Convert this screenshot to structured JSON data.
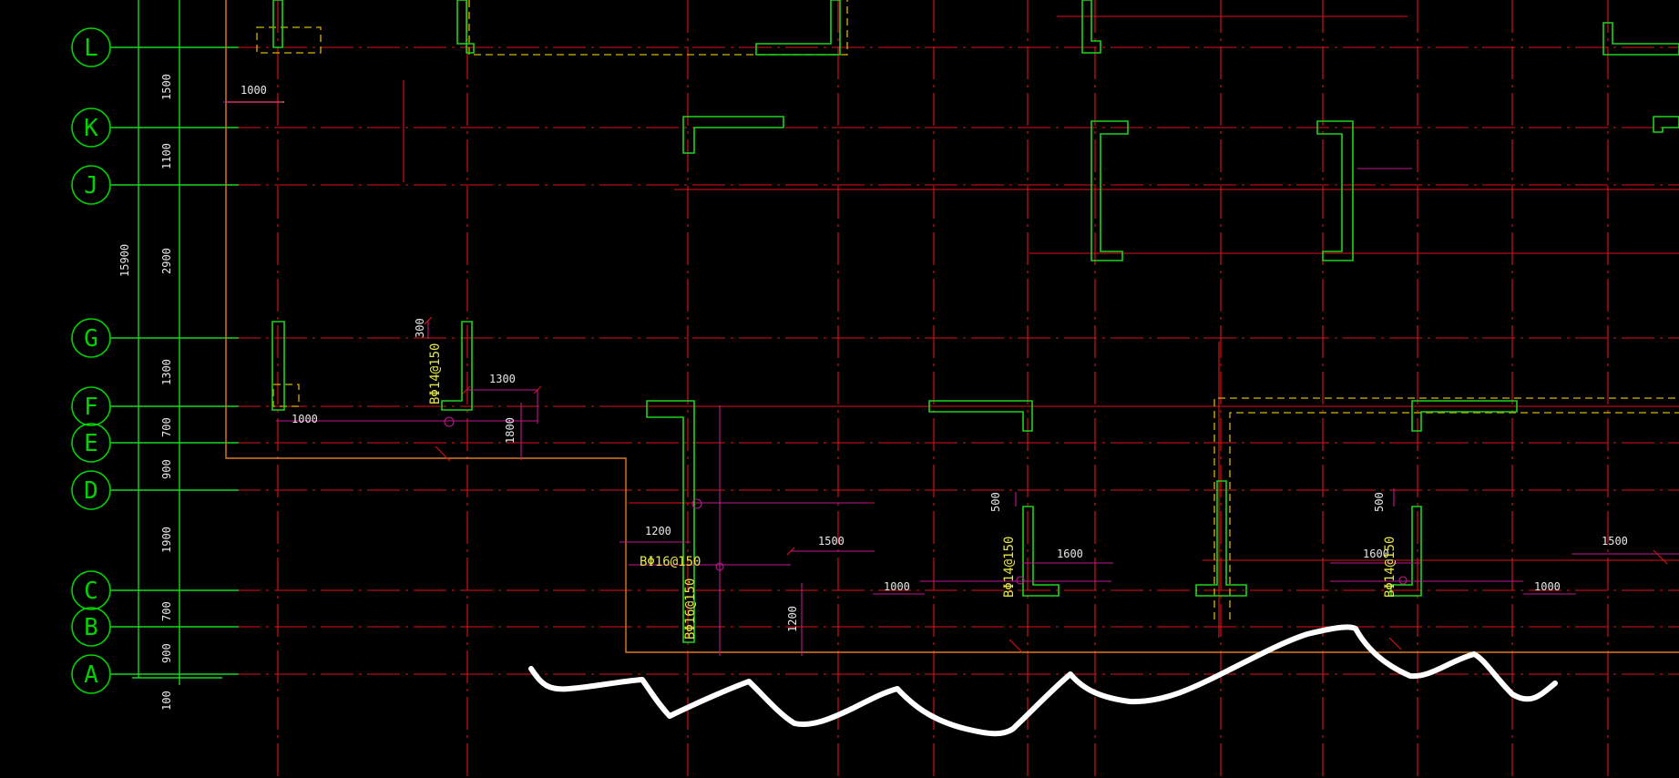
{
  "axes": [
    "L",
    "K",
    "J",
    "G",
    "F",
    "E",
    "D",
    "C",
    "B",
    "A"
  ],
  "axis_dims": [
    "1500",
    "1100",
    "2900",
    "1300",
    "700",
    "900",
    "1900",
    "700",
    "900",
    "100"
  ],
  "total_dim": "15900",
  "dims": {
    "d1000_top": "1000",
    "d300": "300",
    "d1300": "1300",
    "d1000_f": "1000",
    "d1800": "1800",
    "d1200_a": "1200",
    "d1500_a": "1500",
    "d1000_b": "1000",
    "d1200_b": "1200",
    "d500_a": "500",
    "d1600_a": "1600",
    "d500_b": "500",
    "d1600_b": "1600",
    "d1000_c": "1000",
    "d1500_b": "1500"
  },
  "rebar": {
    "r1": "BΦ14@150",
    "r2": "BΦ16@150",
    "r3": "BΦ16@150",
    "r4": "BΦ14@150",
    "r5": "BΦ14@150"
  },
  "colors": {
    "background": "#000000",
    "grid": "#e0121b",
    "axis": "#16d81e",
    "wall": "#1ed21e",
    "slab_edge": "#e07a22",
    "dimension": "#c01890",
    "rebar_label": "#e6e64a",
    "scribble": "#ffffff"
  }
}
